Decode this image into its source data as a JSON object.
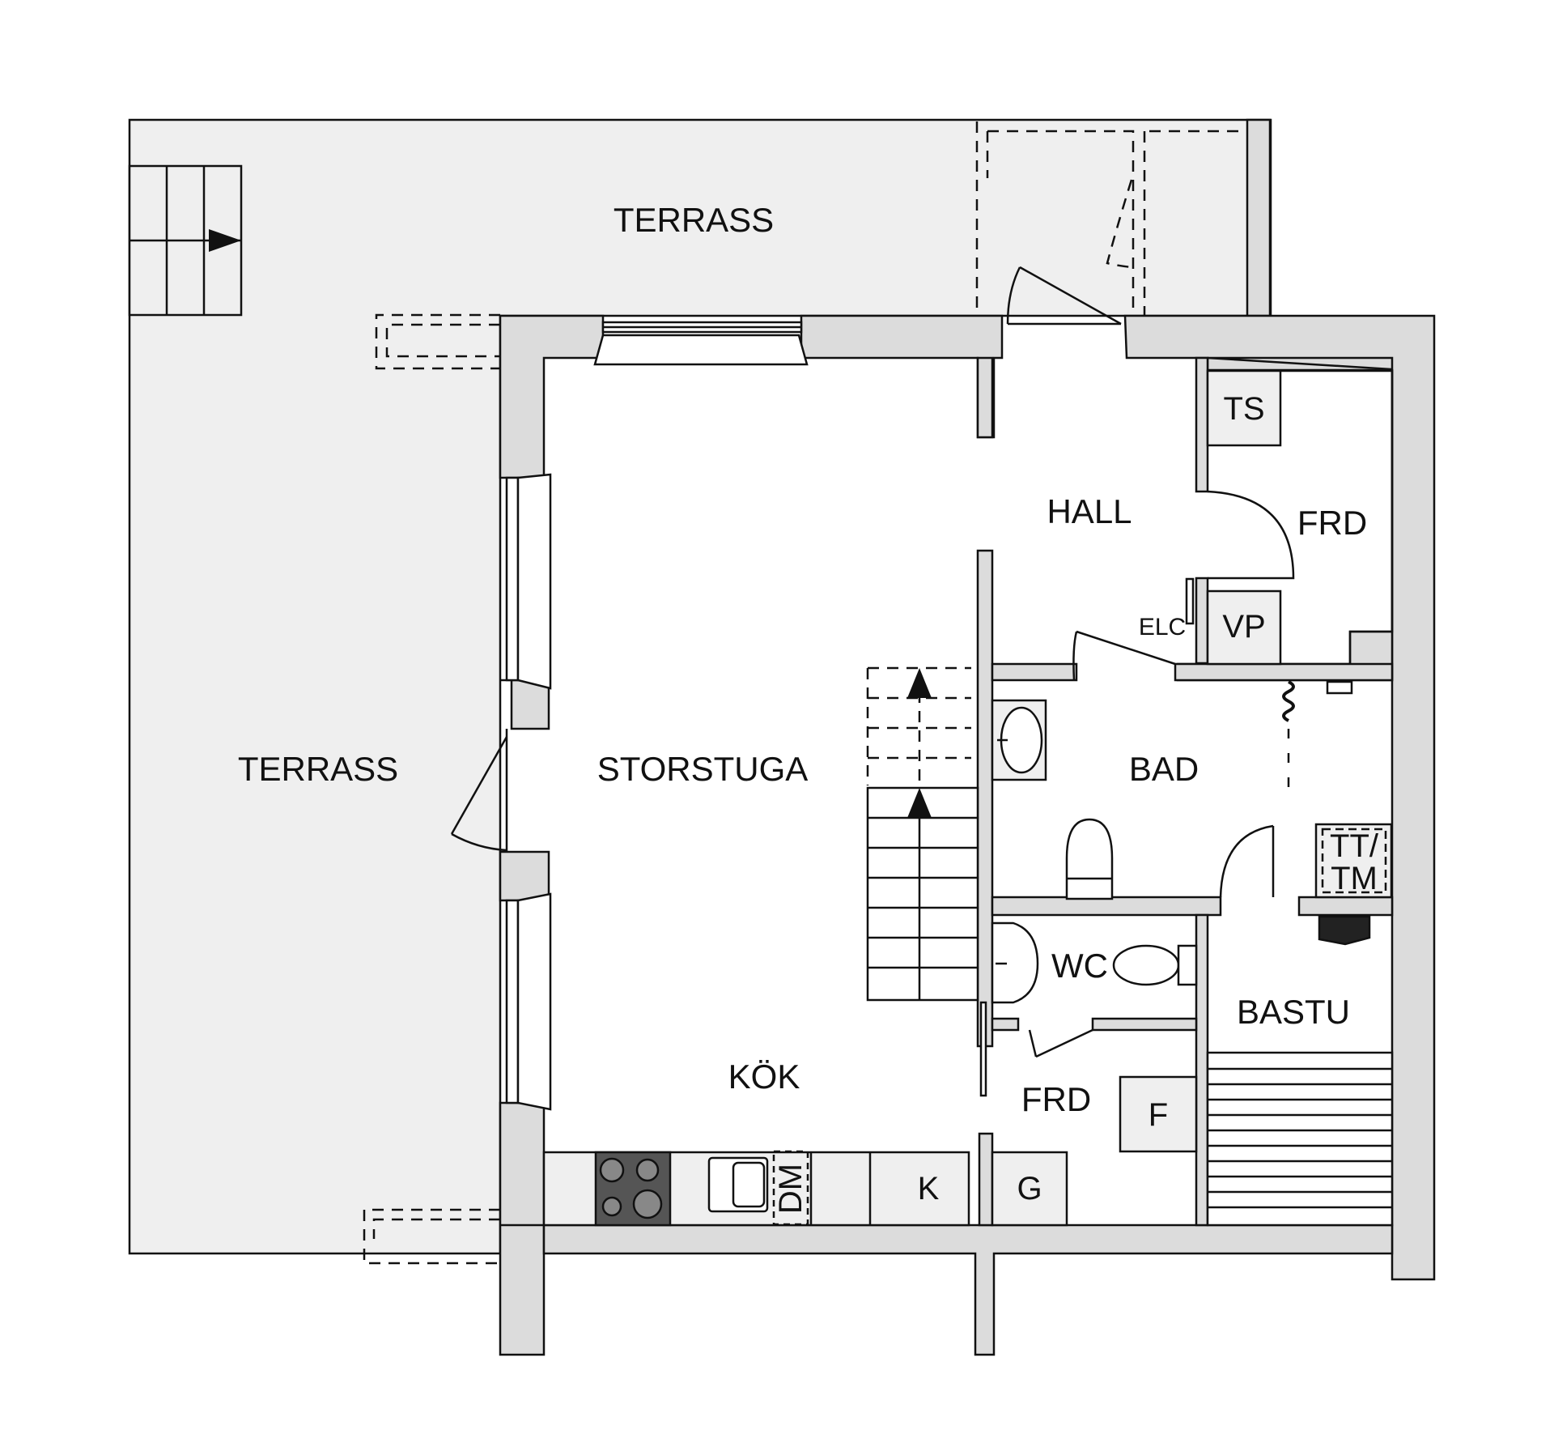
{
  "plan": {
    "type": "floor plan",
    "colors": {
      "wall": "#dcdcdc",
      "terrace": "#efefef",
      "fixture": "#efefef",
      "stove": "#555555",
      "line": "#111111",
      "floor": "#ffffff"
    }
  },
  "rooms": {
    "terrace_top": "TERRASS",
    "terrace_left": "TERRASS",
    "storstuga": "STORSTUGA",
    "kok": "KÖK",
    "hall": "HALL",
    "frd_top": "FRD",
    "bad": "BAD",
    "wc": "WC",
    "frd_bottom": "FRD",
    "bastu": "BASTU"
  },
  "fixtures": {
    "ts": "TS",
    "vp": "VP",
    "elc": "ELC",
    "tt_tm_line1": "TT/",
    "tt_tm_line2": "TM",
    "f": "F",
    "g": "G",
    "k": "K",
    "dm": "DM"
  }
}
